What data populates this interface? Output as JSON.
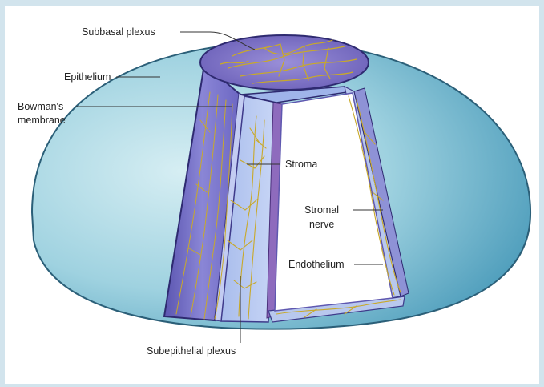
{
  "labels": {
    "subbasal_plexus": "Subbasal plexus",
    "epithelium": "Epithelium",
    "bowmans_line1": "Bowman's",
    "bowmans_line2": "membrane",
    "stroma": "Stroma",
    "stromal_nerve_line1": "Stromal",
    "stromal_nerve_line2": "nerve",
    "endothelium": "Endothelium",
    "subepithelial_plexus": "Subepithelial plexus"
  },
  "colors": {
    "frame": "#d2e4ed",
    "dome_light": "#bfe3ec",
    "dome_dark": "#5fa9c4",
    "epithelium_layer": "#7d78c9",
    "stroma_layer": "#b8c8ee",
    "endothelium_layer": "#8e6bbd",
    "nerve": "#c8a92a",
    "leader": "#333333"
  }
}
